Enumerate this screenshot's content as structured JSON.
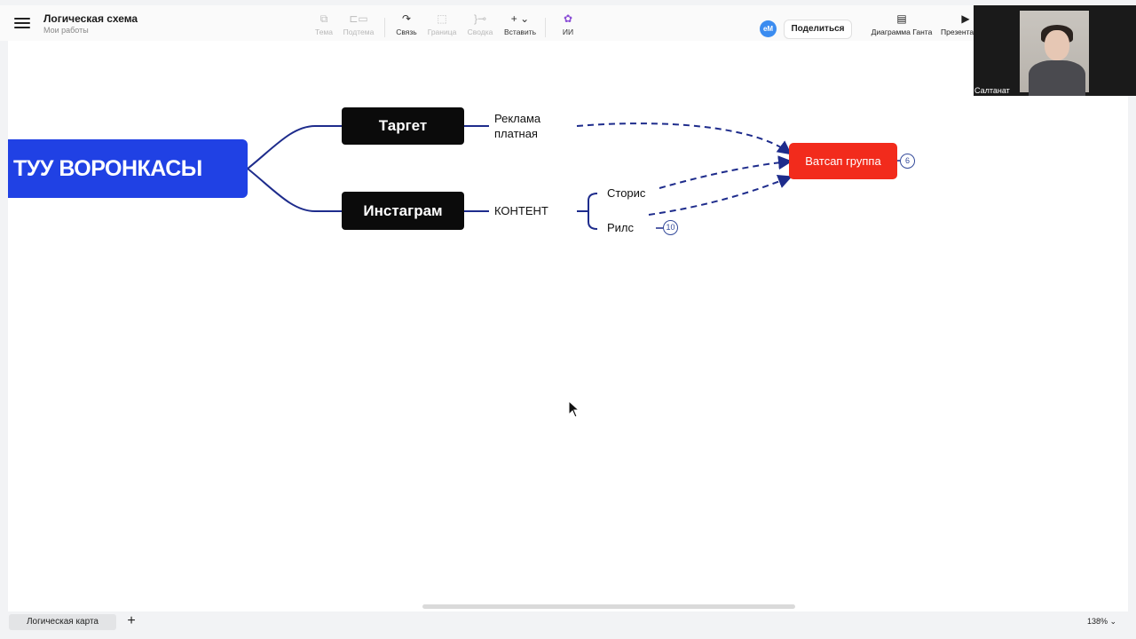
{
  "header": {
    "title": "Логическая схема",
    "subtitle": "Мои работы",
    "tools": {
      "topic": "Тема",
      "subtopic": "Подтема",
      "link": "Связь",
      "boundary": "Граница",
      "summary": "Сводка",
      "insert": "Вставить",
      "ai": "ИИ"
    },
    "avatar_initials": "eM",
    "share_label": "Поделиться",
    "gantt_label": "Диаграмма Ганта",
    "present_label": "Презентация"
  },
  "mindmap": {
    "root": "ТУУ ВОРОНКАСЫ",
    "target": "Таргет",
    "instagram": "Инстаграм",
    "reklama_line1": "Реклама",
    "reklama_line2": "платная",
    "content": "КОНТЕНТ",
    "stories": "Сторис",
    "rils": "Рилс",
    "whatsapp": "Ватсап группа",
    "badge_whatsapp": "6",
    "badge_rils": "10"
  },
  "footer": {
    "sheet_tab": "Логическая карта",
    "add_sheet": "+",
    "zoom": "138%"
  },
  "video": {
    "participant": "Салтанат"
  },
  "colors": {
    "root_fill": "#2041e4",
    "topic_fill": "#0b0b0b",
    "whatsapp_fill": "#f22b1c",
    "link_line": "#1e2c8c"
  }
}
